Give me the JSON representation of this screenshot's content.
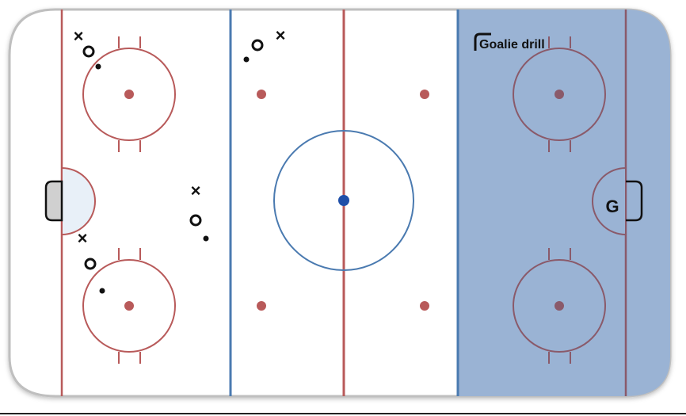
{
  "zone_label": "Goalie drill",
  "goalie_label": "G",
  "player_marks": [
    {
      "symbol": "×",
      "kind": "x"
    },
    {
      "symbol": "O",
      "kind": "o"
    },
    {
      "symbol": "•",
      "kind": "puck"
    }
  ],
  "colors": {
    "red_line": "#b85a5a",
    "blue_line": "#4a7ab0",
    "highlight_zone": "#9ab3d4",
    "crease_fill": "#e8f0f8",
    "net_fill": "#d0d0d0",
    "ink": "#111111"
  }
}
